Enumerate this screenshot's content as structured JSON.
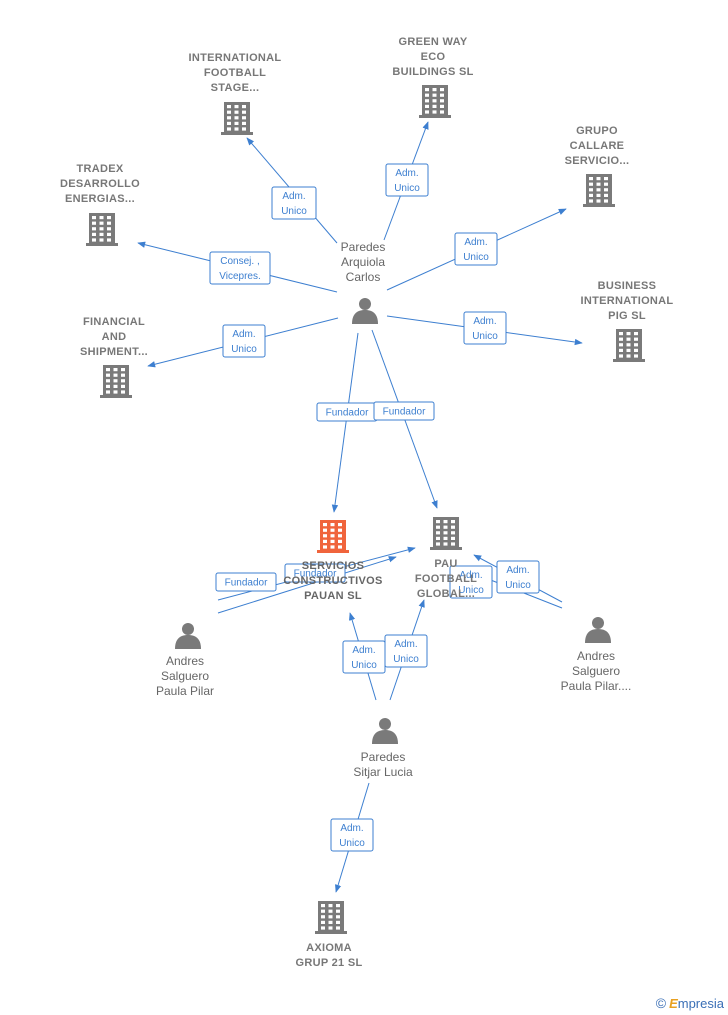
{
  "nodes": [
    {
      "id": "intl-football",
      "type": "company",
      "label": [
        "INTERNATIONAL",
        "FOOTBALL",
        "STAGE..."
      ]
    },
    {
      "id": "green-way",
      "type": "company",
      "label": [
        "GREEN WAY",
        "ECO",
        "BUILDINGS  SL"
      ]
    },
    {
      "id": "grupo-callare",
      "type": "company",
      "label": [
        "GRUPO",
        "CALLARE",
        "SERVICIO..."
      ]
    },
    {
      "id": "tradex",
      "type": "company",
      "label": [
        "TRADEX",
        "DESARROLLO",
        "ENERGIAS..."
      ]
    },
    {
      "id": "business-intl",
      "type": "company",
      "label": [
        "BUSINESS",
        "INTERNATIONAL",
        "PIG  SL"
      ]
    },
    {
      "id": "financial",
      "type": "company",
      "label": [
        "FINANCIAL",
        "AND",
        "SHIPMENT..."
      ]
    },
    {
      "id": "servicios-pauan",
      "type": "company",
      "focus": true,
      "label": [
        "SERVICIOS",
        "CONSTRUCTIVOS",
        "PAUAN  SL"
      ]
    },
    {
      "id": "pau-football",
      "type": "company",
      "label": [
        "PAU",
        "FOOTBALL",
        "GLOBAL..."
      ]
    },
    {
      "id": "axioma",
      "type": "company",
      "label": [
        "AXIOMA",
        "GRUP 21  SL"
      ]
    },
    {
      "id": "paredes-arquiola",
      "type": "person",
      "label": [
        "Paredes",
        "Arquiola",
        "Carlos"
      ]
    },
    {
      "id": "andres-left",
      "type": "person",
      "label": [
        "Andres",
        "Salguero",
        "Paula Pilar"
      ]
    },
    {
      "id": "andres-right",
      "type": "person",
      "label": [
        "Andres",
        "Salguero",
        "Paula Pilar...."
      ]
    },
    {
      "id": "paredes-sitjar",
      "type": "person",
      "label": [
        "Paredes",
        "Sitjar Lucia"
      ]
    }
  ],
  "edges": [
    {
      "from": "paredes-arquiola",
      "to": "intl-football",
      "label": [
        "Adm.",
        "Unico"
      ]
    },
    {
      "from": "paredes-arquiola",
      "to": "green-way",
      "label": [
        "Adm.",
        "Unico"
      ]
    },
    {
      "from": "paredes-arquiola",
      "to": "grupo-callare",
      "label": [
        "Adm.",
        "Unico"
      ]
    },
    {
      "from": "paredes-arquiola",
      "to": "tradex",
      "label": [
        "Consej. ,",
        "Vicepres."
      ]
    },
    {
      "from": "paredes-arquiola",
      "to": "business-intl",
      "label": [
        "Adm.",
        "Unico"
      ]
    },
    {
      "from": "paredes-arquiola",
      "to": "financial",
      "label": [
        "Adm.",
        "Unico"
      ]
    },
    {
      "from": "paredes-arquiola",
      "to": "servicios-pauan",
      "label": [
        "Fundador"
      ]
    },
    {
      "from": "paredes-arquiola",
      "to": "pau-football",
      "label": [
        "Fundador"
      ]
    },
    {
      "from": "andres-left",
      "to": "servicios-pauan",
      "label": [
        "Fundador"
      ]
    },
    {
      "from": "andres-left",
      "to": "pau-football",
      "label": [
        "Fundador"
      ]
    },
    {
      "from": "andres-right",
      "to": "servicios-pauan",
      "label": [
        "Adm.",
        "Unico"
      ]
    },
    {
      "from": "andres-right",
      "to": "pau-football",
      "label": [
        "Adm.",
        "Unico"
      ]
    },
    {
      "from": "paredes-sitjar",
      "to": "servicios-pauan",
      "label": [
        "Adm.",
        "Unico"
      ]
    },
    {
      "from": "paredes-sitjar",
      "to": "pau-football",
      "label": [
        "Adm.",
        "Unico"
      ]
    },
    {
      "from": "paredes-sitjar",
      "to": "axioma",
      "label": [
        "Adm.",
        "Unico"
      ]
    }
  ],
  "colors": {
    "edge": "#3d7fd0",
    "company": "#7a7a7a",
    "focus_company": "#f0643c",
    "person": "#7a7a7a",
    "label": "#777777"
  },
  "footer": {
    "copyright": "©",
    "brand_initial": "E",
    "brand_rest": "mpresia"
  }
}
